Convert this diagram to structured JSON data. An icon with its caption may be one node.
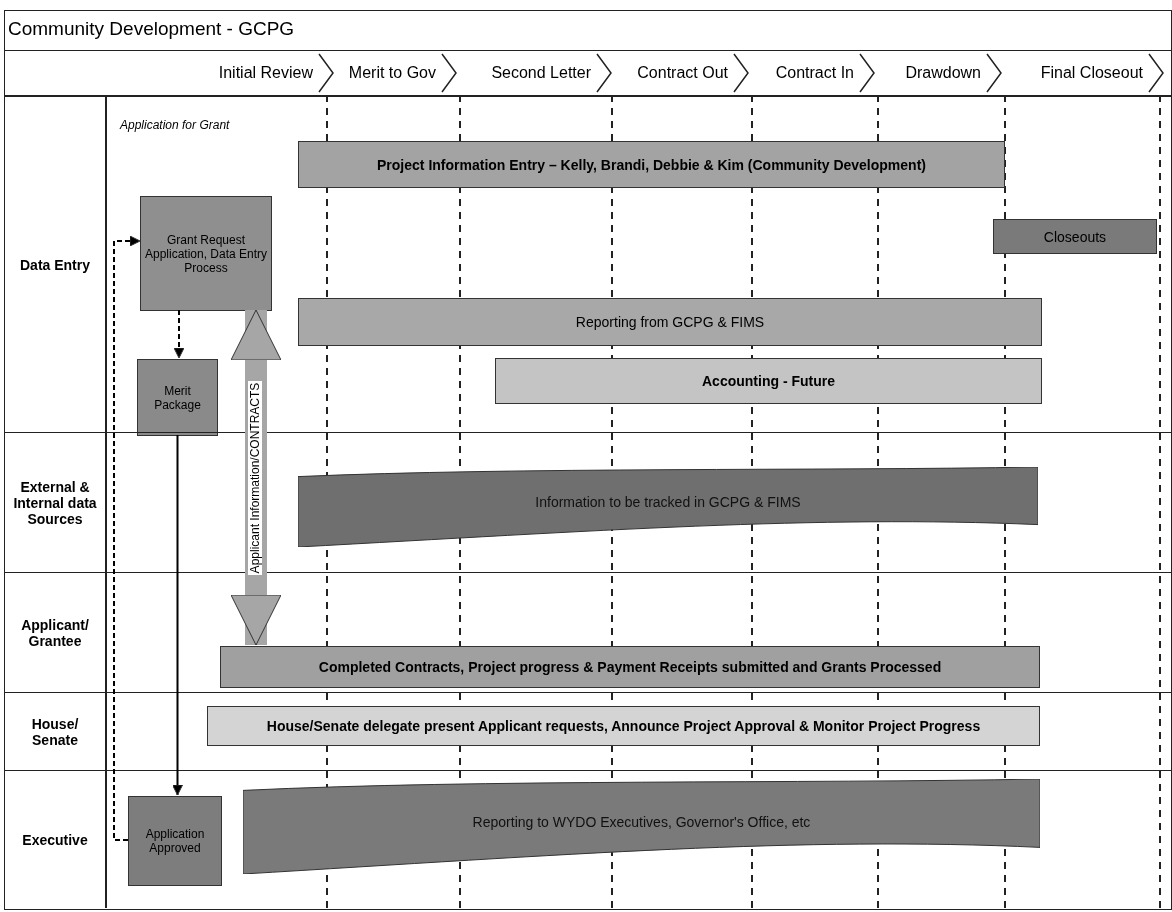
{
  "diagram": {
    "title": "Community Development - GCPG",
    "nodes": [
      {
        "text": [
          "Initial Review"
        ]
      },
      {
        "text": [
          "Merit to Gov"
        ]
      },
      {
        "text": [
          "Second Letter"
        ]
      },
      {
        "text": [
          "Contract Out"
        ]
      },
      {
        "text": [
          "Contract In"
        ]
      },
      {
        "text": [
          "Drawdown"
        ]
      },
      {
        "text": [
          "Final Closeout"
        ]
      },
      {
        "text": [
          "Data Entry"
        ]
      },
      {
        "text": [
          "Grant Request Application, Data Entry Process"
        ],
        "in": 7
      },
      {
        "text": [
          "Merit Package"
        ],
        "in": 7
      },
      {
        "text": [
          "Project Information Entry – Kelly, Brandi, Debbie & Kim (Community Development)"
        ],
        "in": 7
      },
      {
        "text": [
          "Closeouts"
        ],
        "in": 7
      },
      {
        "text": [
          "Reporting from GCPG & FIMS"
        ],
        "in": 7
      },
      {
        "text": [
          "Accounting - Future"
        ],
        "in": 7
      },
      {
        "text": [
          "External & Internal data Sources"
        ]
      },
      {
        "text": [
          "Information to be tracked in GCPG & FIMS"
        ],
        "in": 14
      },
      {
        "text": [
          "Applicant/ Grantee"
        ]
      },
      {
        "text": [
          "Completed Contracts, Project progress & Payment Receipts submitted and Grants Processed"
        ],
        "in": 16
      },
      {
        "text": [
          "House/ Senate"
        ]
      },
      {
        "text": [
          "House/Senate delegate present Applicant requests, Announce Project Approval & Monitor Project Progress"
        ],
        "in": 18
      },
      {
        "text": [
          "Executive"
        ]
      },
      {
        "text": [
          "Application Approved"
        ],
        "in": 20
      },
      {
        "text": [
          "Reporting to WYDO Executives, Governor's Office, etc"
        ],
        "in": 20
      }
    ],
    "edges": [
      {
        "from": 8,
        "to": 9,
        "arrow": "to",
        "style": "dashed"
      },
      {
        "from": 9,
        "to": 21,
        "arrow": "to"
      },
      {
        "from": 21,
        "to": 8,
        "arrow": "to",
        "style": "dashed"
      },
      {
        "from": 17,
        "to": 8,
        "arrow": "both",
        "style": "thick",
        "color": "#a6a6a6",
        "label": "Applicant Information/CONTRACTS"
      }
    ],
    "labels": [
      "Application for Grant"
    ]
  }
}
